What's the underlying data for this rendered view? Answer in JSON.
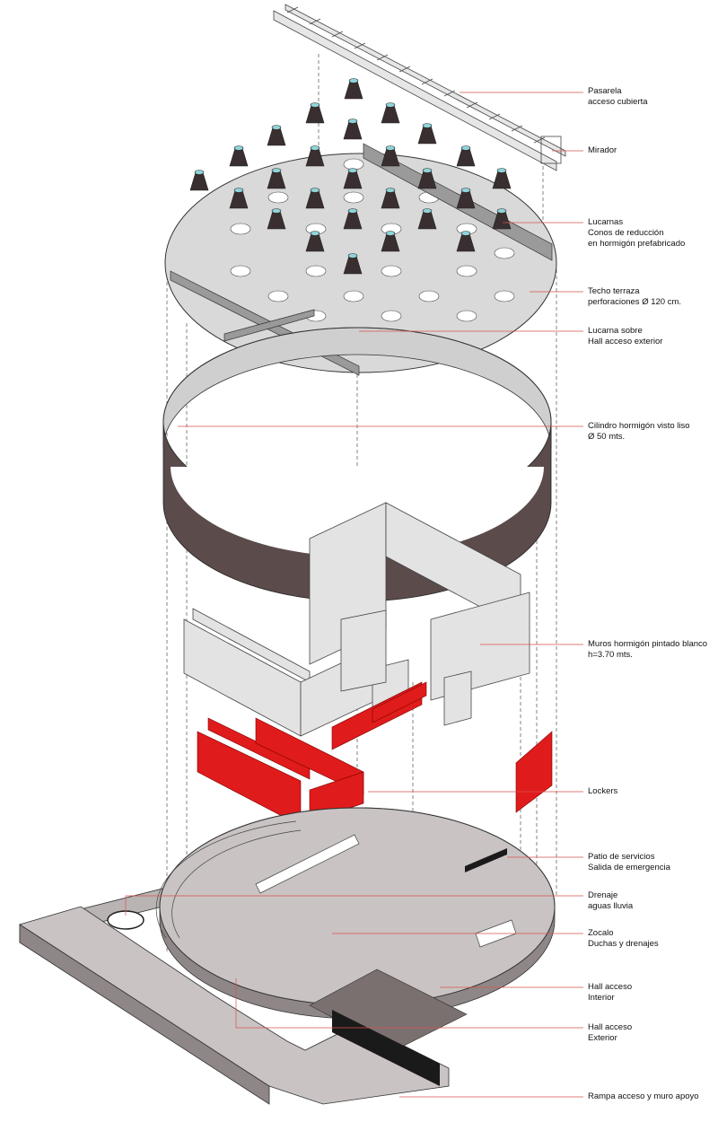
{
  "labels": {
    "pasarela": {
      "line1": "Pasarela",
      "line2": "acceso cubierta"
    },
    "mirador": {
      "line1": "Mirador"
    },
    "lucarnas": {
      "line1": "Lucarnas",
      "line2": "Conos de reducción",
      "line3": "en hormigón prefabricado"
    },
    "techo": {
      "line1": "Techo terraza",
      "line2": "perforaciones Ø 120 cm."
    },
    "lucarna_hall": {
      "line1": "Lucarna sobre",
      "line2": "Hall acceso exterior"
    },
    "cilindro": {
      "line1": "Cilindro hormigón visto liso",
      "line2": "Ø 50 mts."
    },
    "muros": {
      "line1": "Muros hormigón pintado blanco",
      "line2": "h=3.70 mts."
    },
    "lockers": {
      "line1": "Lockers"
    },
    "patio": {
      "line1": "Patio de servicios",
      "line2": "Salida de emergencia"
    },
    "drenaje": {
      "line1": "Drenaje",
      "line2": "aguas lluvia"
    },
    "zocalo": {
      "line1": "Zocalo",
      "line2": "Duchas y drenajes"
    },
    "hall_interior": {
      "line1": "Hall acceso",
      "line2": "Interior"
    },
    "hall_exterior": {
      "line1": "Hall acceso",
      "line2": "Exterior"
    },
    "rampa": {
      "line1": "Rampa acceso y muro apoyo"
    }
  },
  "colors": {
    "leader": "#d9534f",
    "roof": "#d9d9d9",
    "cylinder_wall": "#5b4b4b",
    "cylinder_inner": "#cfcfcf",
    "cones": "#3a2f30",
    "cone_glass": "#8fd3d8",
    "walls": "#e3e3e3",
    "lockers": "#e01b1b",
    "base": "#c9c3c3",
    "base_dark": "#7a7070"
  }
}
